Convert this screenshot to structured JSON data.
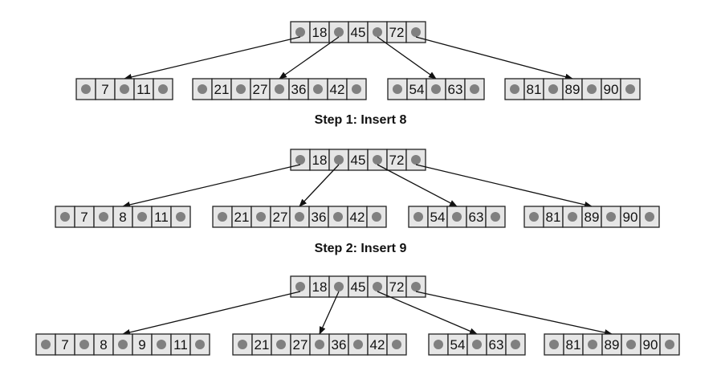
{
  "steps": [
    {
      "root": [
        "18",
        "45",
        "72"
      ],
      "leaves": [
        [
          "7",
          "11"
        ],
        [
          "21",
          "27",
          "36",
          "42"
        ],
        [
          "54",
          "63"
        ],
        [
          "81",
          "89",
          "90"
        ]
      ],
      "caption": "Step 1: Insert 8"
    },
    {
      "root": [
        "18",
        "45",
        "72"
      ],
      "leaves": [
        [
          "7",
          "8",
          "11"
        ],
        [
          "21",
          "27",
          "36",
          "42"
        ],
        [
          "54",
          "63"
        ],
        [
          "81",
          "89",
          "90"
        ]
      ],
      "caption": "Step 2: Insert 9"
    },
    {
      "root": [
        "18",
        "45",
        "72"
      ],
      "leaves": [
        [
          "7",
          "8",
          "9",
          "11"
        ],
        [
          "21",
          "27",
          "36",
          "42"
        ],
        [
          "54",
          "63"
        ],
        [
          "81",
          "89",
          "90"
        ]
      ],
      "caption": ""
    }
  ],
  "colors": {
    "cell_fill": "#e6e6e6",
    "cell_border": "#222222",
    "pointer_dot": "#808080",
    "edge": "#111111"
  }
}
